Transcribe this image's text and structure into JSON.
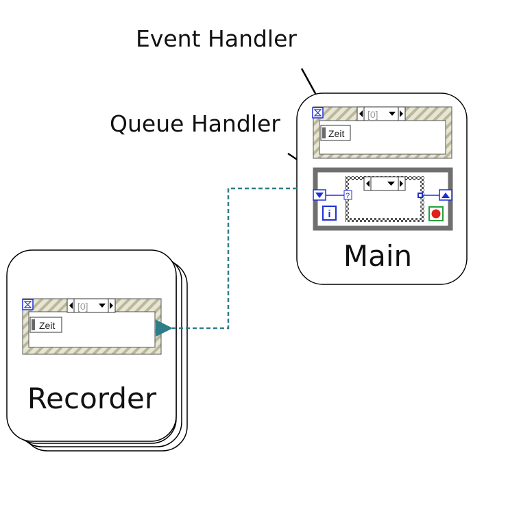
{
  "annotations": {
    "event_handler": "Event Handler",
    "queue_handler": "Queue Handler"
  },
  "main_vi": {
    "label": "Main",
    "event_structure": {
      "case_selector": "[0]",
      "terminal": "Zeit"
    },
    "queue_loop": {
      "iteration_terminal": "i",
      "case_selector_value": "",
      "unknown_glyph": "?"
    }
  },
  "recorder_vi": {
    "label": "Recorder",
    "event_structure": {
      "case_selector": "[0]",
      "terminal": "Zeit"
    }
  },
  "colors": {
    "connector": "#2e7d87",
    "labview_blue": "#1f2fd6",
    "stripe_light": "#e8e6d2",
    "stripe_dark": "#b9b79c",
    "loop_gray": "#6f6f6f",
    "stop_red": "#e0201b",
    "stop_green": "#23a03a"
  }
}
